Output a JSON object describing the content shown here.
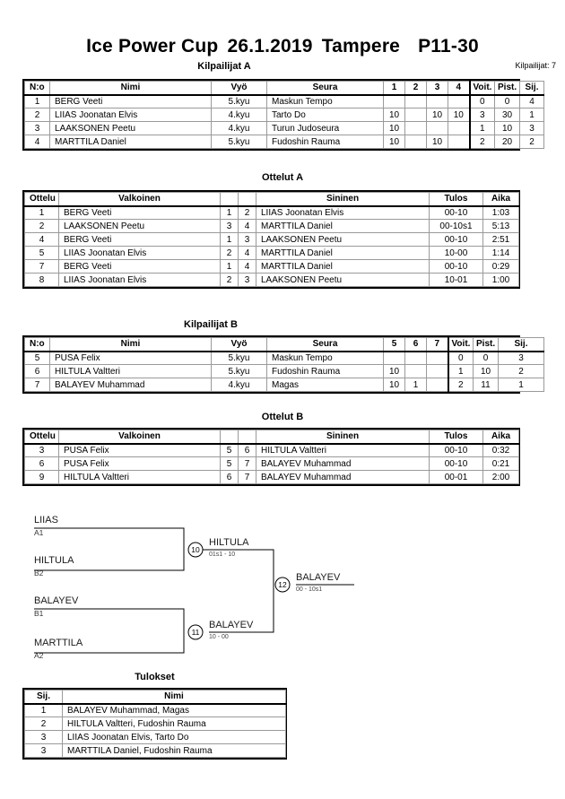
{
  "title": {
    "event": "Ice Power Cup",
    "date": "26.1.2019",
    "place": "Tampere",
    "category": "P11-30"
  },
  "entrants": {
    "label": "Kilpailijat: 7"
  },
  "pool_a": {
    "heading": "Kilpailijat A",
    "columns": [
      "N:o",
      "Nimi",
      "Vyö",
      "Seura",
      "1",
      "2",
      "3",
      "4",
      "Voit.",
      "Pist.",
      "Sij."
    ],
    "rows": [
      {
        "no": "1",
        "name": "BERG Veeti",
        "belt": "5.kyu",
        "club": "Maskun Tempo",
        "m": [
          "",
          "",
          "",
          ""
        ],
        "wins": "0",
        "points": "0",
        "rank": "4"
      },
      {
        "no": "2",
        "name": "LIIAS Joonatan Elvis",
        "belt": "4.kyu",
        "club": "Tarto Do",
        "m": [
          "10",
          "",
          "10",
          "10"
        ],
        "wins": "3",
        "points": "30",
        "rank": "1"
      },
      {
        "no": "3",
        "name": "LAAKSONEN Peetu",
        "belt": "4.kyu",
        "club": "Turun Judoseura",
        "m": [
          "10",
          "",
          "",
          ""
        ],
        "wins": "1",
        "points": "10",
        "rank": "3"
      },
      {
        "no": "4",
        "name": "MARTTILA Daniel",
        "belt": "5.kyu",
        "club": "Fudoshin Rauma",
        "m": [
          "10",
          "",
          "10",
          ""
        ],
        "wins": "2",
        "points": "20",
        "rank": "2"
      }
    ]
  },
  "matches_a": {
    "heading": "Ottelut A",
    "columns": [
      "Ottelu",
      "Valkoinen",
      "",
      "",
      "Sininen",
      "Tulos",
      "Aika"
    ],
    "rows": [
      {
        "no": "1",
        "white": "BERG Veeti",
        "wn": "1",
        "bn": "2",
        "blue": "LIIAS Joonatan Elvis",
        "result": "00-10",
        "time": "1:03"
      },
      {
        "no": "2",
        "white": "LAAKSONEN Peetu",
        "wn": "3",
        "bn": "4",
        "blue": "MARTTILA Daniel",
        "result": "00-10s1",
        "time": "5:13"
      },
      {
        "no": "4",
        "white": "BERG Veeti",
        "wn": "1",
        "bn": "3",
        "blue": "LAAKSONEN Peetu",
        "result": "00-10",
        "time": "2:51"
      },
      {
        "no": "5",
        "white": "LIIAS Joonatan Elvis",
        "wn": "2",
        "bn": "4",
        "blue": "MARTTILA Daniel",
        "result": "10-00",
        "time": "1:14"
      },
      {
        "no": "7",
        "white": "BERG Veeti",
        "wn": "1",
        "bn": "4",
        "blue": "MARTTILA Daniel",
        "result": "00-10",
        "time": "0:29"
      },
      {
        "no": "8",
        "white": "LIIAS Joonatan Elvis",
        "wn": "2",
        "bn": "3",
        "blue": "LAAKSONEN Peetu",
        "result": "10-01",
        "time": "1:00"
      }
    ]
  },
  "pool_b": {
    "heading": "Kilpailijat B",
    "columns": [
      "N:o",
      "Nimi",
      "Vyö",
      "Seura",
      "5",
      "6",
      "7",
      "Voit.",
      "Pist.",
      "Sij."
    ],
    "rows": [
      {
        "no": "5",
        "name": "PUSA Felix",
        "belt": "5.kyu",
        "club": "Maskun Tempo",
        "m": [
          "",
          "",
          ""
        ],
        "wins": "0",
        "points": "0",
        "rank": "3"
      },
      {
        "no": "6",
        "name": "HILTULA Valtteri",
        "belt": "5.kyu",
        "club": "Fudoshin Rauma",
        "m": [
          "10",
          "",
          ""
        ],
        "wins": "1",
        "points": "10",
        "rank": "2"
      },
      {
        "no": "7",
        "name": "BALAYEV Muhammad",
        "belt": "4.kyu",
        "club": "Magas",
        "m": [
          "10",
          "1",
          ""
        ],
        "wins": "2",
        "points": "11",
        "rank": "1"
      }
    ]
  },
  "matches_b": {
    "heading": "Ottelut B",
    "columns": [
      "Ottelu",
      "Valkoinen",
      "",
      "",
      "Sininen",
      "Tulos",
      "Aika"
    ],
    "rows": [
      {
        "no": "3",
        "white": "PUSA Felix",
        "wn": "5",
        "bn": "6",
        "blue": "HILTULA Valtteri",
        "result": "00-10",
        "time": "0:32"
      },
      {
        "no": "6",
        "white": "PUSA Felix",
        "wn": "5",
        "bn": "7",
        "blue": "BALAYEV Muhammad",
        "result": "00-10",
        "time": "0:21"
      },
      {
        "no": "9",
        "white": "HILTULA Valtteri",
        "wn": "6",
        "bn": "7",
        "blue": "BALAYEV Muhammad",
        "result": "00-01",
        "time": "2:00"
      }
    ]
  },
  "bracket": {
    "entries": [
      {
        "name": "LIIAS",
        "seed": "A1"
      },
      {
        "name": "HILTULA",
        "seed": "B2"
      },
      {
        "name": "BALAYEV",
        "seed": "B1"
      },
      {
        "name": "MARTTILA",
        "seed": "A2"
      }
    ],
    "semifinals": [
      {
        "number": "10",
        "winner": "HILTULA",
        "score": "01s1 - 10"
      },
      {
        "number": "11",
        "winner": "BALAYEV",
        "score": "10 - 00"
      }
    ],
    "final": {
      "number": "12",
      "winner": "BALAYEV",
      "score": "00 - 10s1"
    }
  },
  "results": {
    "heading": "Tulokset",
    "columns": [
      "Sij.",
      "Nimi"
    ],
    "rows": [
      {
        "rank": "1",
        "name": "BALAYEV Muhammad, Magas"
      },
      {
        "rank": "2",
        "name": "HILTULA Valtteri, Fudoshin Rauma"
      },
      {
        "rank": "3",
        "name": "LIIAS Joonatan Elvis, Tarto Do"
      },
      {
        "rank": "3",
        "name": "MARTTILA Daniel, Fudoshin Rauma"
      }
    ]
  }
}
